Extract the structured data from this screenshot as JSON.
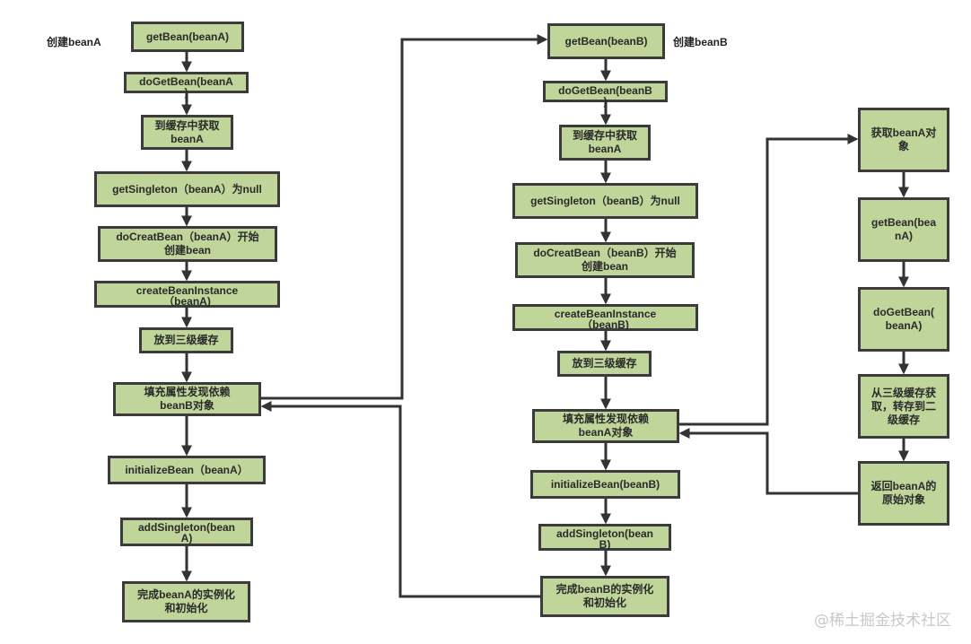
{
  "labels": {
    "create_a": "创建beanA",
    "create_b": "创建beanB",
    "watermark": "@稀土掘金技术社区"
  },
  "column_a": {
    "steps": [
      "getBean(beanA)",
      "doGetBean(beanA\n)",
      "到缓存中获取\nbeanA",
      "getSingleton（beanA）为null",
      "doCreatBean（beanA）开始\n创建bean",
      "createBeanInstance\n（beanA)",
      "放到三级缓存",
      "填充属性发现依赖\nbeanB对象",
      "initializeBean（beanA）",
      "addSingleton(bean\nA)",
      "完成beanA的实例化\n和初始化"
    ]
  },
  "column_b": {
    "steps": [
      "getBean(beanB)",
      "doGetBean(beanB\n)",
      "到缓存中获取\nbeanA",
      "getSingleton（beanB）为null",
      "doCreatBean（beanB）开始\n创建bean",
      "createBeanInstance\n（beanB)",
      "放到三级缓存",
      "填充属性发现依赖\nbeanA对象",
      "initializeBean(beanB)",
      "addSingleton(bean\nB)",
      "完成beanB的实例化\n和初始化"
    ]
  },
  "column_c": {
    "steps": [
      "获取beanA对\n象",
      "getBean(bea\nnA)",
      "doGetBean(\nbeanA)",
      "从三级缓存获\n取，转存到二\n级缓存",
      "返回beanA的\n原始对象"
    ]
  },
  "colors": {
    "node_fill": "#bfd59a",
    "node_border": "#3b3b3b",
    "arrow": "#333333"
  }
}
